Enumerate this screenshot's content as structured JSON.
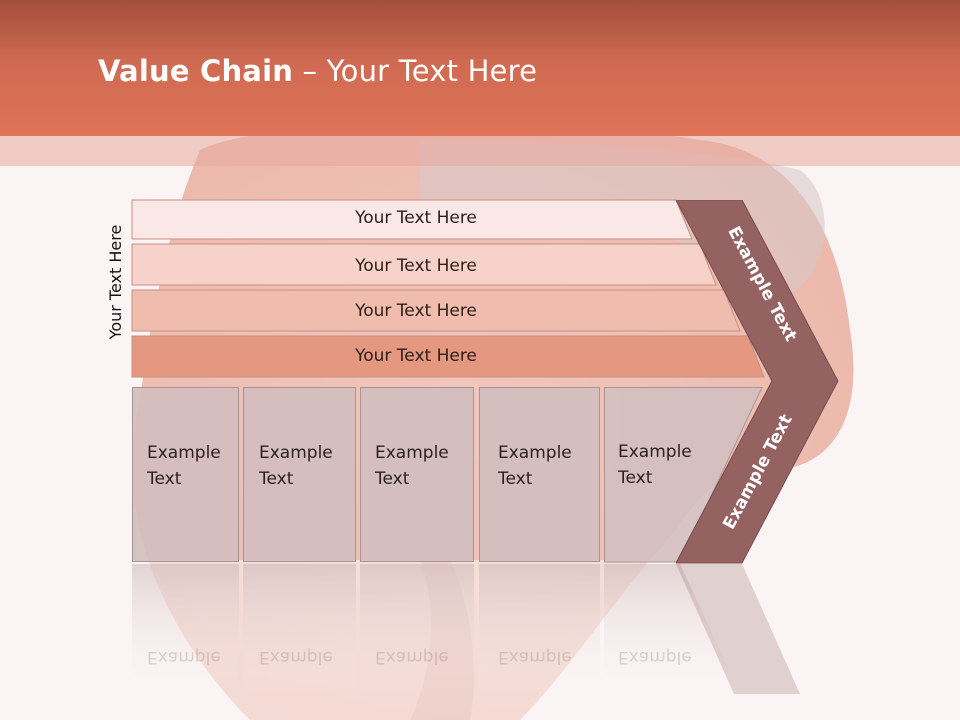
{
  "title": {
    "bold": "Value Chain",
    "rest": " – Your Text Here"
  },
  "side_label": "Your Text Here",
  "bars": [
    {
      "label": "Your Text Here",
      "color": "#fae8e6"
    },
    {
      "label": "Your Text Here",
      "color": "#f6d2ca"
    },
    {
      "label": "Your Text Here",
      "color": "#efbcae"
    },
    {
      "label": "Your Text Here",
      "color": "#e49880"
    }
  ],
  "boxes": [
    {
      "line1": "Example",
      "line2": "Text"
    },
    {
      "line1": "Example",
      "line2": "Text"
    },
    {
      "line1": "Example",
      "line2": "Text"
    },
    {
      "line1": "Example",
      "line2": "Text"
    },
    {
      "line1": "Example",
      "line2": "Text"
    }
  ],
  "chevron": {
    "upper_label": "Example Text",
    "lower_label": "Example Text",
    "color": "#956262"
  },
  "colors": {
    "header": "#d96c52",
    "box_fill": "#d4c0c0",
    "box_border": "#a89494"
  }
}
